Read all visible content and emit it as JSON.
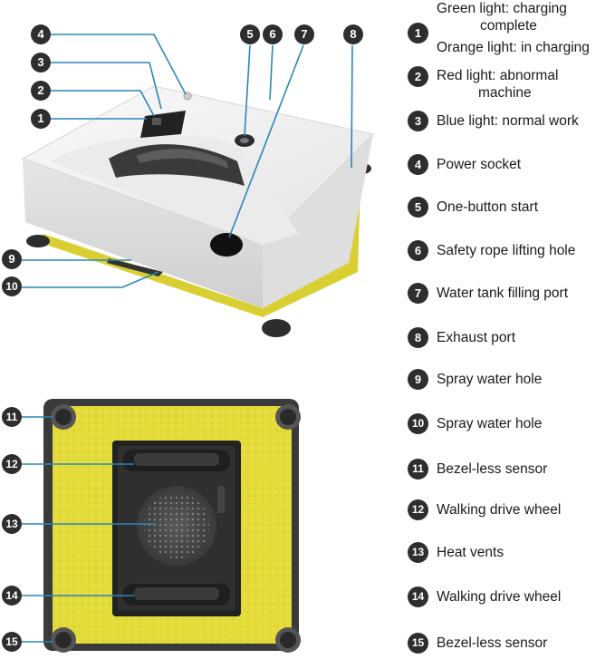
{
  "legend": [
    {
      "num": "1",
      "line1": "Green light: charging",
      "line2": "complete",
      "line3": "Orange light: in charging"
    },
    {
      "num": "2",
      "line1": "Red light: abnormal",
      "line2": "machine"
    },
    {
      "num": "3",
      "text": "Blue light: normal work"
    },
    {
      "num": "4",
      "text": "Power socket"
    },
    {
      "num": "5",
      "text": "One-button start"
    },
    {
      "num": "6",
      "text": "Safety rope lifting hole"
    },
    {
      "num": "7",
      "text": "Water tank filling port"
    },
    {
      "num": "8",
      "text": "Exhaust port"
    },
    {
      "num": "9",
      "text": "Spray water hole"
    },
    {
      "num": "10",
      "text": "Spray water hole"
    },
    {
      "num": "11",
      "text": "Bezel-less sensor"
    },
    {
      "num": "12",
      "text": "Walking drive wheel"
    },
    {
      "num": "13",
      "text": "Heat vents"
    },
    {
      "num": "14",
      "text": "Walking drive wheel"
    },
    {
      "num": "15",
      "text": "Bezel-less sensor"
    }
  ],
  "callouts": {
    "c1": "1",
    "c2": "2",
    "c3": "3",
    "c4": "4",
    "c5": "5",
    "c6": "6",
    "c7": "7",
    "c8": "8",
    "c9": "9",
    "c10": "10",
    "c11": "11",
    "c12": "12",
    "c13": "13",
    "c14": "14",
    "c15": "15"
  },
  "colors": {
    "robot_body": "#f2f2f2",
    "pad_yellow": "#e3db3a",
    "leader_line": "#2a86b8",
    "badge": "#2e2e2e"
  }
}
